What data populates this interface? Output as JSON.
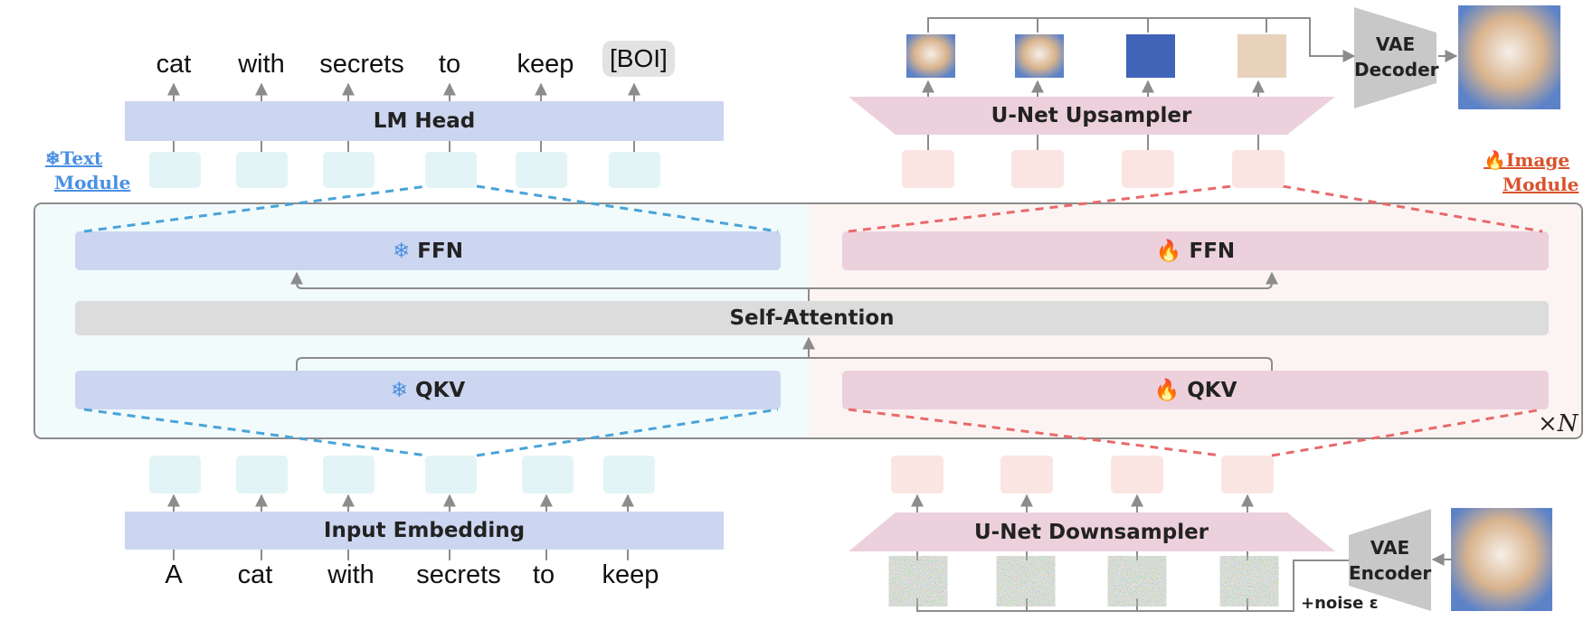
{
  "colors": {
    "text_blue": "#ccd6f0",
    "image_pink": "#ecd0dc",
    "text_token": "#e3f4f6",
    "image_token": "#fbe5e2",
    "text_bg": "#f1fbfc",
    "image_bg": "#fcf4f3",
    "gray_bar": "#dcdcdc",
    "text_dash": "#4aa3d8",
    "image_dash": "#e86a6a",
    "module_text_color": "#4a90e2",
    "module_image_color": "#d9532c",
    "arrow": "#8c8c8c"
  },
  "icons": {
    "frozen": "snowflake-icon",
    "trainable": "fire-icon"
  },
  "output_tokens": [
    "cat",
    "with",
    "secrets",
    "to",
    "keep"
  ],
  "boi_token": "[BOI]",
  "input_tokens": [
    "A",
    "cat",
    "with",
    "secrets",
    "to",
    "keep"
  ],
  "lm_head": "LM Head",
  "input_embedding": "Input Embedding",
  "unet_up": "U-Net Upsampler",
  "unet_down": "U-Net Downsampler",
  "text_module": {
    "line1": "Text",
    "line2": "Module",
    "icon": "❄"
  },
  "image_module": {
    "line1": "Image",
    "line2": "Module",
    "icon": "🔥"
  },
  "ffn": "FFN",
  "qkv": "QKV",
  "self_attention": "Self-Attention",
  "snow_glyph": "❄",
  "fire_glyph": "🔥",
  "repeat": "×N",
  "vae_decoder": {
    "line1": "VAE",
    "line2": "Decoder"
  },
  "vae_encoder": {
    "line1": "VAE",
    "line2": "Encoder"
  },
  "noise_label": "+noise ε"
}
